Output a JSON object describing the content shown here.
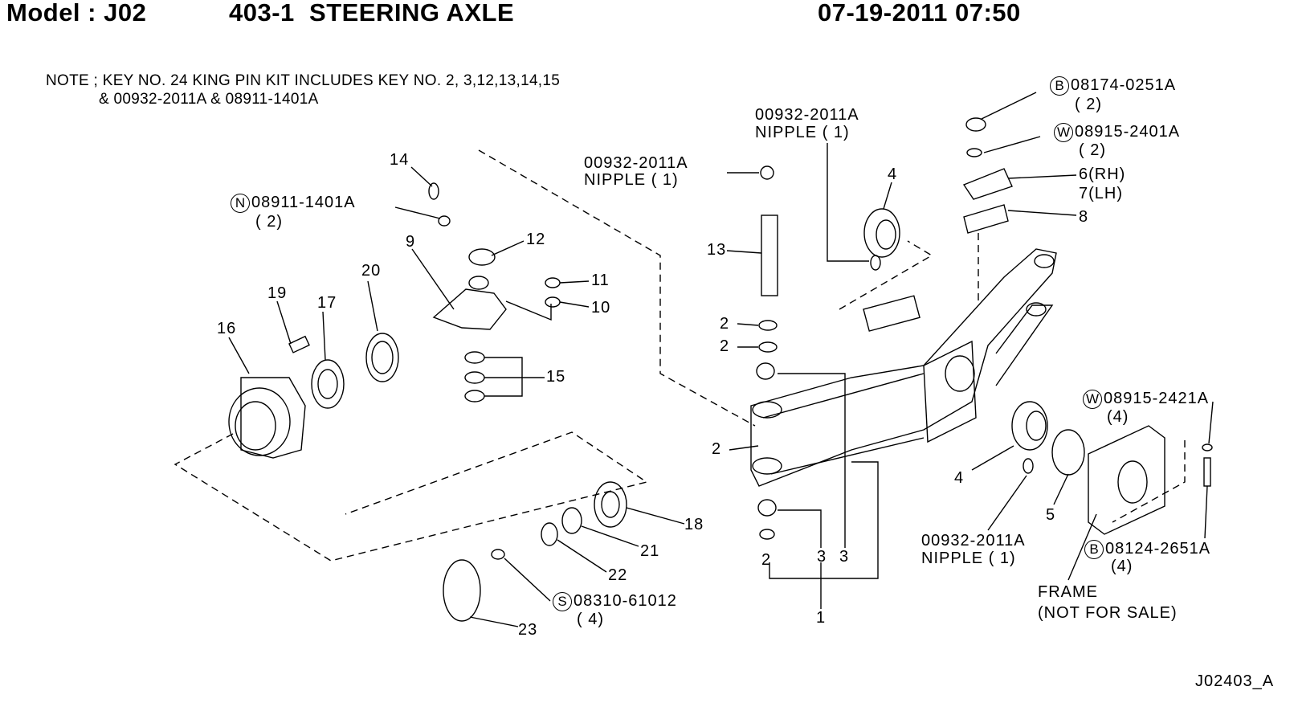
{
  "header": {
    "model": "Model : J02",
    "section": "403-1  STEERING AXLE",
    "datetime": "07-19-2011 07:50"
  },
  "note": {
    "line1": "NOTE ; KEY NO. 24 KING PIN KIT INCLUDES KEY NO. 2, 3,12,13,14,15",
    "line2": "& 00932-2011A & 08911-1401A"
  },
  "callouts": {
    "k14": "14",
    "k9": "9",
    "k12": "12",
    "k20": "20",
    "k19": "19",
    "k17": "17",
    "k16": "16",
    "k11": "11",
    "k10": "10",
    "k15": "15",
    "k4a": "4",
    "k13": "13",
    "k2a": "2",
    "k2b": "2",
    "k2c": "2",
    "k2d": "2",
    "k6": "6(RH)",
    "k7": "7(LH)",
    "k8": "8",
    "k4b": "4",
    "k5": "5",
    "k18": "18",
    "k21": "21",
    "k22": "22",
    "k23": "23",
    "k3a": "3",
    "k3b": "3",
    "k1": "1"
  },
  "parts": {
    "n_symbol": "N",
    "n_part": "08911-1401A",
    "n_qty": "( 2)",
    "nipple_a_part": "00932-2011A",
    "nipple_a_name": "NIPPLE ( 1)",
    "nipple_b_part": "00932-2011A",
    "nipple_b_name": "NIPPLE ( 1)",
    "nipple_c_part": "00932-2011A",
    "nipple_c_name": "NIPPLE ( 1)",
    "b1_symbol": "B",
    "b1_part": "08174-0251A",
    "b1_qty": "( 2)",
    "w1_symbol": "W",
    "w1_part": "08915-2401A",
    "w1_qty": "( 2)",
    "w2_symbol": "W",
    "w2_part": "08915-2421A",
    "w2_qty": "(4)",
    "s_symbol": "S",
    "s_part": "08310-61012",
    "s_qty": "( 4)",
    "b2_symbol": "B",
    "b2_part": "08124-2651A",
    "b2_qty": "(4)",
    "frame": "FRAME",
    "frame_note": "(NOT FOR SALE)"
  },
  "footer": {
    "drawing_id": "J02403_A"
  }
}
